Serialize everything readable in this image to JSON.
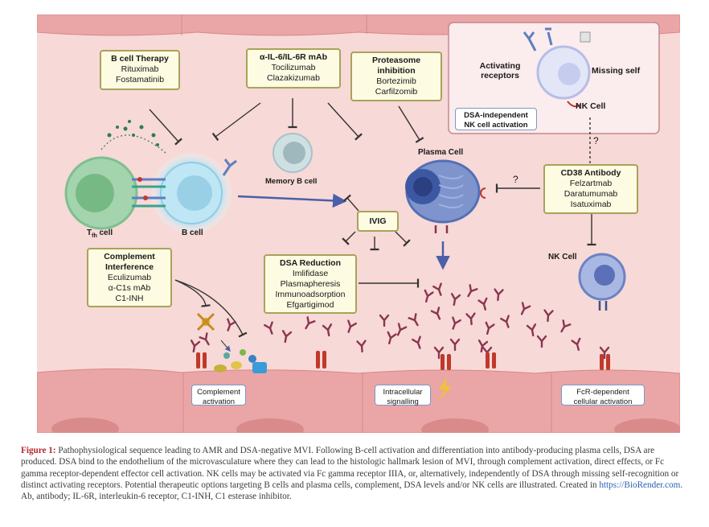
{
  "figure": {
    "boxes": {
      "bcell_therapy": {
        "title": "B cell Therapy",
        "items": [
          "Rituximab",
          "Fostamatinib"
        ]
      },
      "il6": {
        "title": "α-IL-6/IL-6R mAb",
        "items": [
          "Tocilizumab",
          "Clazakizumab"
        ]
      },
      "proteasome": {
        "title": "Proteasome inhibition",
        "items": [
          "Bortezimib",
          "Carfilzomib"
        ]
      },
      "cd38": {
        "title": "CD38 Antibody",
        "items": [
          "Felzartmab",
          "Daratumumab",
          "Isatuximab"
        ]
      },
      "ivig": {
        "title": "IVIG"
      },
      "complement": {
        "title": "Complement Interference",
        "items": [
          "Eculizumab",
          "α-C1s mAb",
          "C1-INH"
        ]
      },
      "dsa_reduction": {
        "title": "DSA Reduction",
        "items": [
          "Imlifidase",
          "Plasmapheresis",
          "Immunoadsorption",
          "Efgartigimod"
        ]
      }
    },
    "nk_panel": {
      "activating_receptors": "Activating receptors",
      "missing_self": "Missing self",
      "nk_cell": "NK Cell",
      "dsa_independent": [
        "DSA-independent",
        "NK cell activation"
      ]
    },
    "cell_labels": {
      "tfh": "T",
      "tfh_sub": "fh",
      "tfh_suffix": " cell",
      "b_cell": "B cell",
      "memory_b": "Memory B cell",
      "plasma": "Plasma Cell",
      "nk_lower": "NK Cell"
    },
    "question_marks": [
      "?",
      "?"
    ],
    "bottom_labels": {
      "complement_activation": [
        "Complement",
        "activation"
      ],
      "intracellular": [
        "Intracellular",
        "signalling"
      ],
      "fcr": [
        "FcR-dependent",
        "cellular activation"
      ]
    },
    "colors": {
      "background": "#f7d9d7",
      "box_fill": "#fdfbe2",
      "box_border": "#a9a25a",
      "endothelium": "#eaa6a6",
      "antibody": "#8a3550",
      "plasma_cell": "#5470b5",
      "nk_cell": "#8fa3d6",
      "tfh_cell": "#7fbf8f",
      "b_cell": "#9cd5ea"
    }
  },
  "caption": {
    "label": "Figure 1:",
    "text": " Pathophysiological sequence leading to AMR and DSA-negative MVI. Following B-cell activation and differentiation into antibody-producing plasma cells, DSA are produced. DSA bind to the endothelium of the microvasculature where they can lead to the histologic hallmark lesion of MVI, through complement activation, direct effects, or Fc gamma receptor-dependent effector cell activation. NK cells may be activated via Fc gamma receptor IIIA, or, alternatively, independently of DSA through missing self-recognition or distinct activating receptors. Potential therapeutic options targeting B cells and plasma cells, complement, DSA levels and/or NK cells are illustrated. Created in ",
    "link": "https://BioRender.com",
    "text_end": ". Ab, antibody; IL-6R, interleukin-6 receptor, C1-INH, C1 esterase inhibitor."
  }
}
